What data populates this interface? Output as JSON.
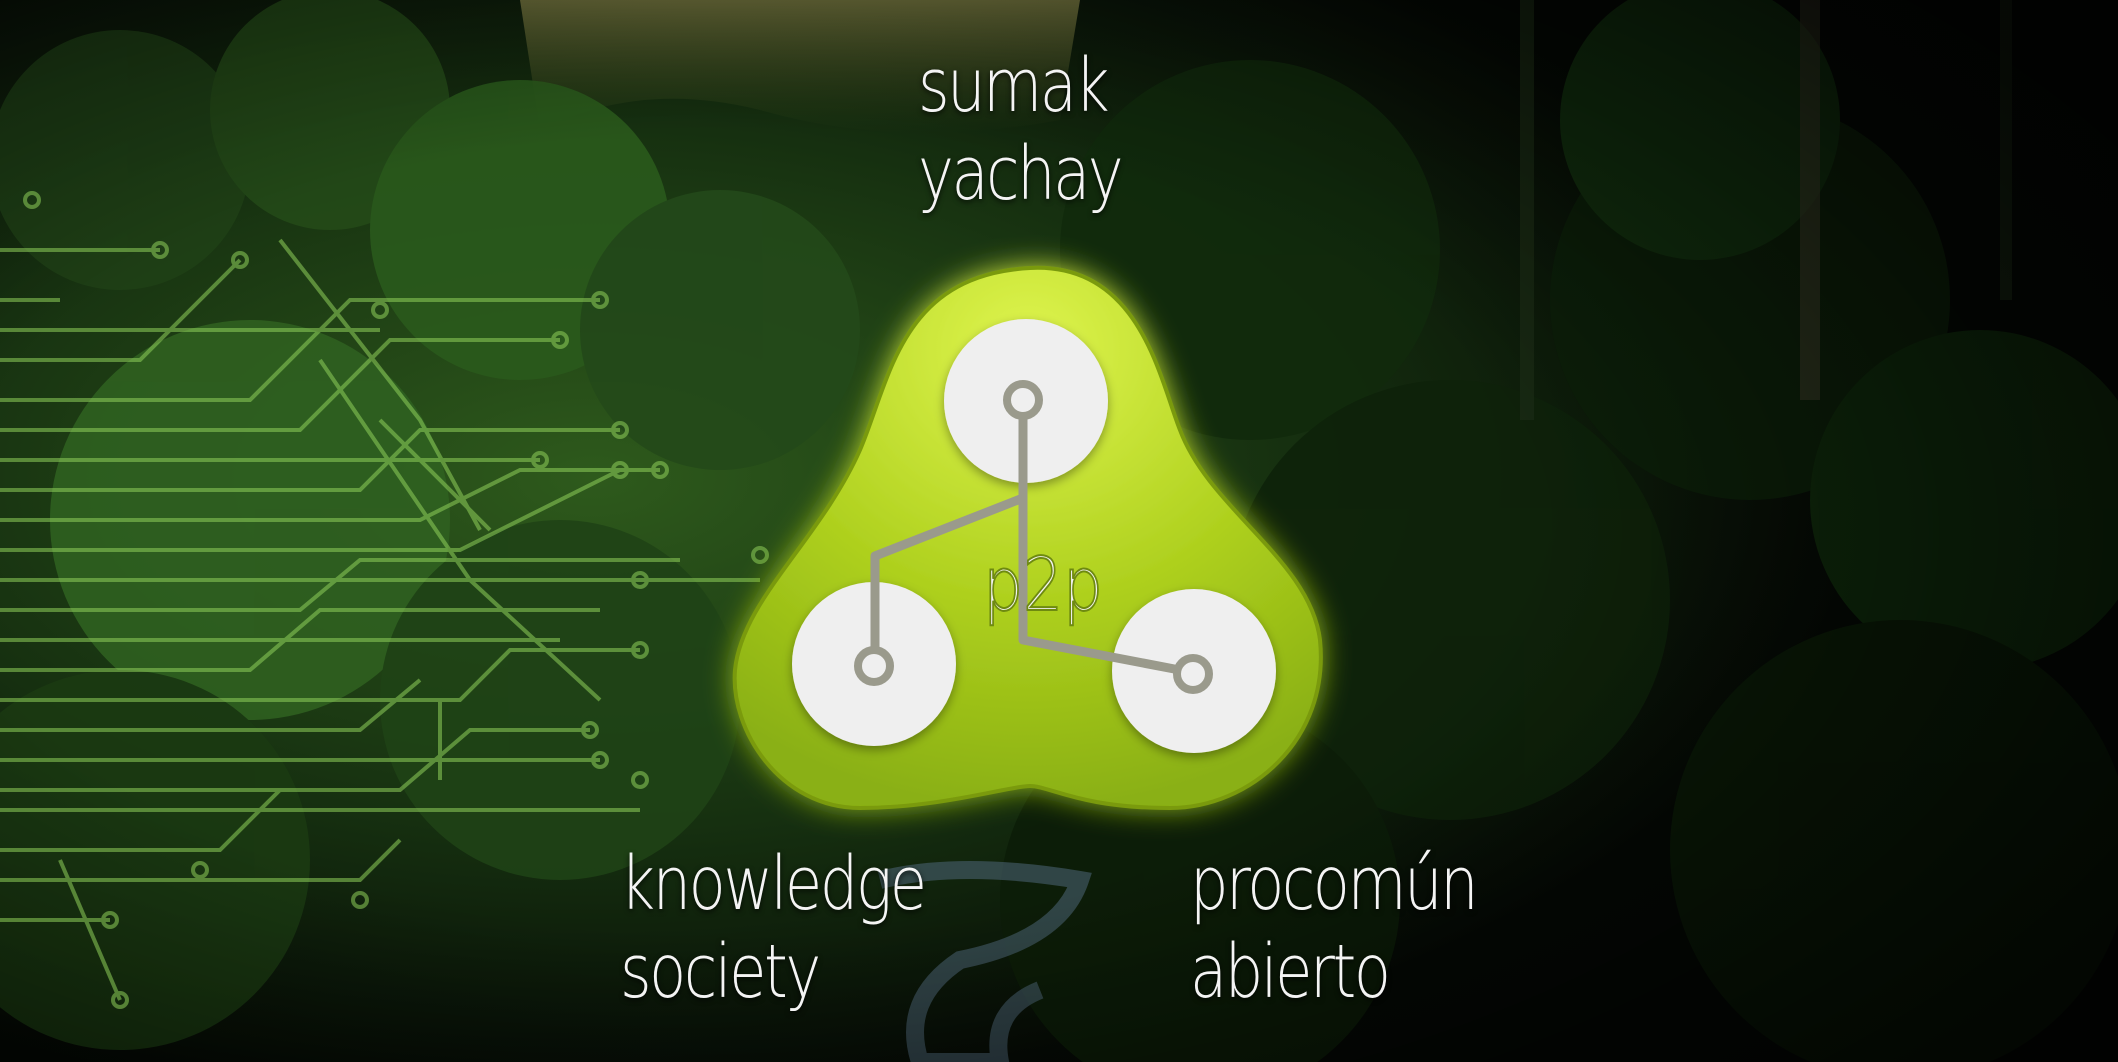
{
  "scene": {
    "colors": {
      "logo_fill": "#a6cb1c",
      "logo_highlight": "#d6f24a",
      "node_fill": "#efefef",
      "connector": "#9a9a8c",
      "label_text": "#f4f4f4",
      "circuit": "#8fcf5a",
      "forest": "#1b3a12"
    }
  },
  "logo": {
    "center_text": "p2p"
  },
  "labels": {
    "top": {
      "line1": "sumak",
      "line2": "yachay"
    },
    "left": {
      "line1": "knowledge",
      "line2": "society"
    },
    "right": {
      "line1": "procomún",
      "line2": "abierto"
    }
  }
}
